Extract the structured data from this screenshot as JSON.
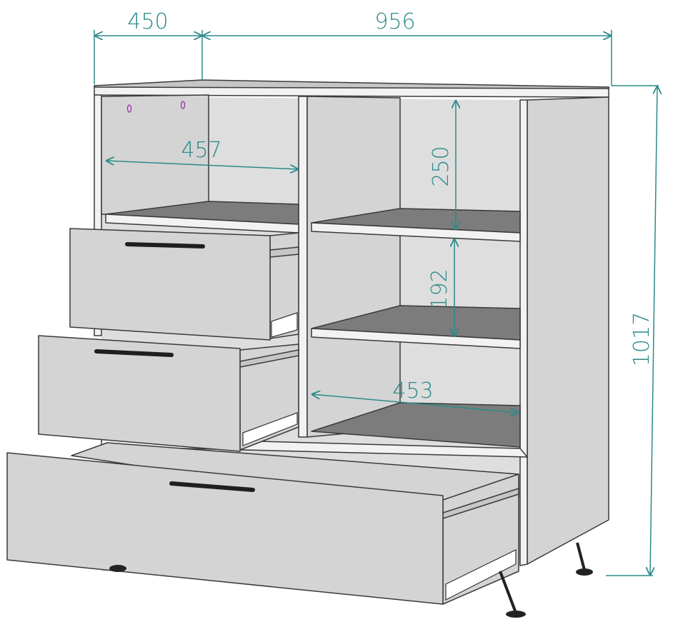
{
  "dimensions": {
    "depth": "450",
    "width": "956",
    "height": "1017",
    "inner_width_left": "457",
    "inner_width_right": "453",
    "shelf_gap_top": "250",
    "shelf_gap_middle": "192"
  },
  "colors": {
    "dimension": "#2b8a8a",
    "panel": "#d4d4d4",
    "panel_dark": "#7c7c7c",
    "edge": "#3a3a3a",
    "pin": "#9b2fa8",
    "handle": "#1f1f1f"
  }
}
